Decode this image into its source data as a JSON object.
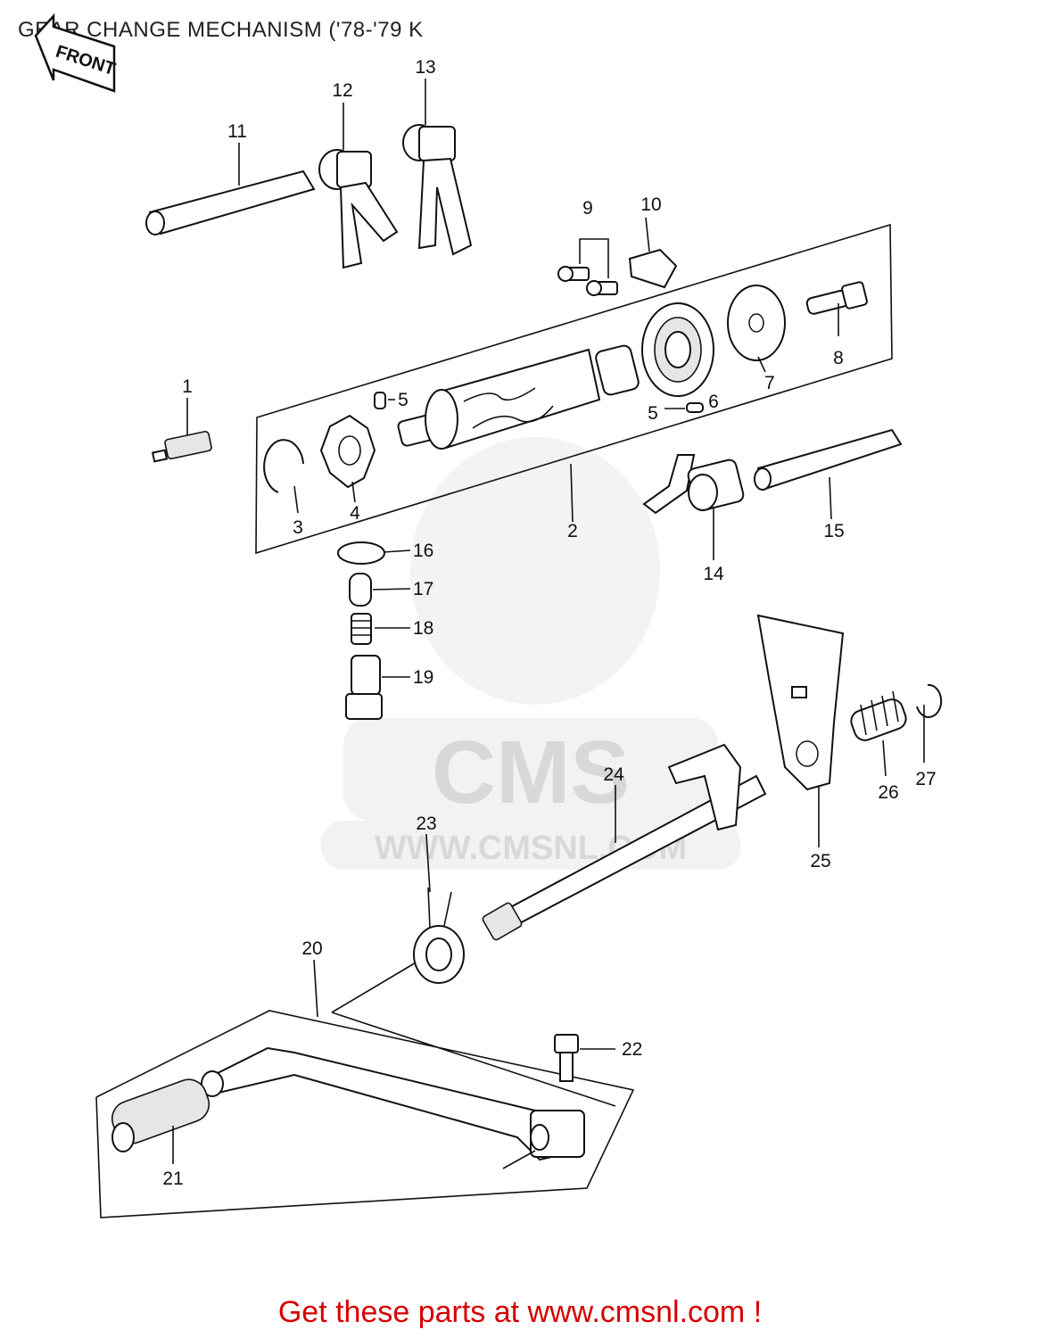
{
  "title": "GEAR CHANGE MECHANISM ('78-'79 K",
  "front_badge": "FRONT",
  "watermark": {
    "brand": "CMS",
    "url": "WWW.CMSNL.COM"
  },
  "callouts": [
    "1",
    "2",
    "3",
    "4",
    "5",
    "5",
    "6",
    "7",
    "8",
    "9",
    "10",
    "11",
    "12",
    "13",
    "14",
    "15",
    "16",
    "17",
    "18",
    "19",
    "20",
    "21",
    "22",
    "23",
    "24",
    "25",
    "26",
    "27"
  ],
  "footer": "Get these parts at www.cmsnl.com !",
  "colors": {
    "footer_text": "#d60000",
    "line_art": "#111111",
    "watermark": "#d8d8d8"
  }
}
